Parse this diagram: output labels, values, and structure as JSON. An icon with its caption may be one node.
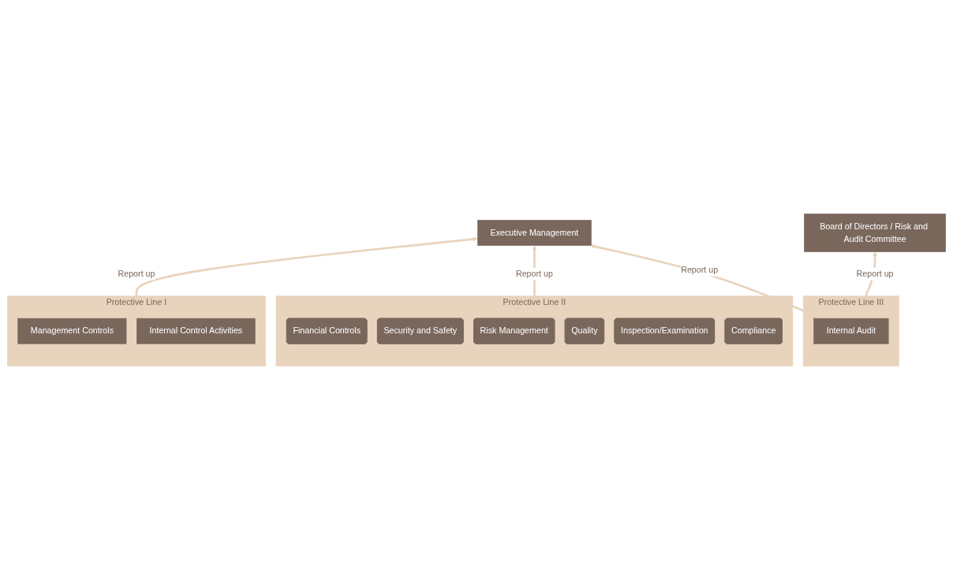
{
  "diagram": {
    "nodes": [
      {
        "text": [
          "Board of Directors / Risk and Audit Committee"
        ]
      },
      {
        "text": [
          "Executive Management"
        ]
      },
      {
        "text": [
          "Protective Line I"
        ]
      },
      {
        "text": [
          "Management Controls"
        ],
        "in": 2
      },
      {
        "text": [
          "Internal Control Activities"
        ],
        "in": 2
      },
      {
        "text": [
          "Protective Line II"
        ]
      },
      {
        "text": [
          "Financial Controls"
        ],
        "in": 5
      },
      {
        "text": [
          "Security and Safety"
        ],
        "in": 5
      },
      {
        "text": [
          "Risk Management"
        ],
        "in": 5
      },
      {
        "text": [
          "Quality"
        ],
        "in": 5
      },
      {
        "text": [
          "Inspection/Examination"
        ],
        "in": 5
      },
      {
        "text": [
          "Compliance"
        ],
        "in": 5
      },
      {
        "text": [
          "Protective Line III"
        ]
      },
      {
        "text": [
          "Internal Audit"
        ],
        "in": 12
      }
    ],
    "edges": [
      {
        "from": 2,
        "to": 1,
        "arrow": "to",
        "label": "Report up"
      },
      {
        "from": 5,
        "to": 1,
        "arrow": "to",
        "label": "Report up"
      },
      {
        "from": 12,
        "to": 1,
        "arrow": "to",
        "label": "Report up"
      },
      {
        "from": 12,
        "to": 0,
        "arrow": "to",
        "label": "Report up"
      }
    ]
  }
}
